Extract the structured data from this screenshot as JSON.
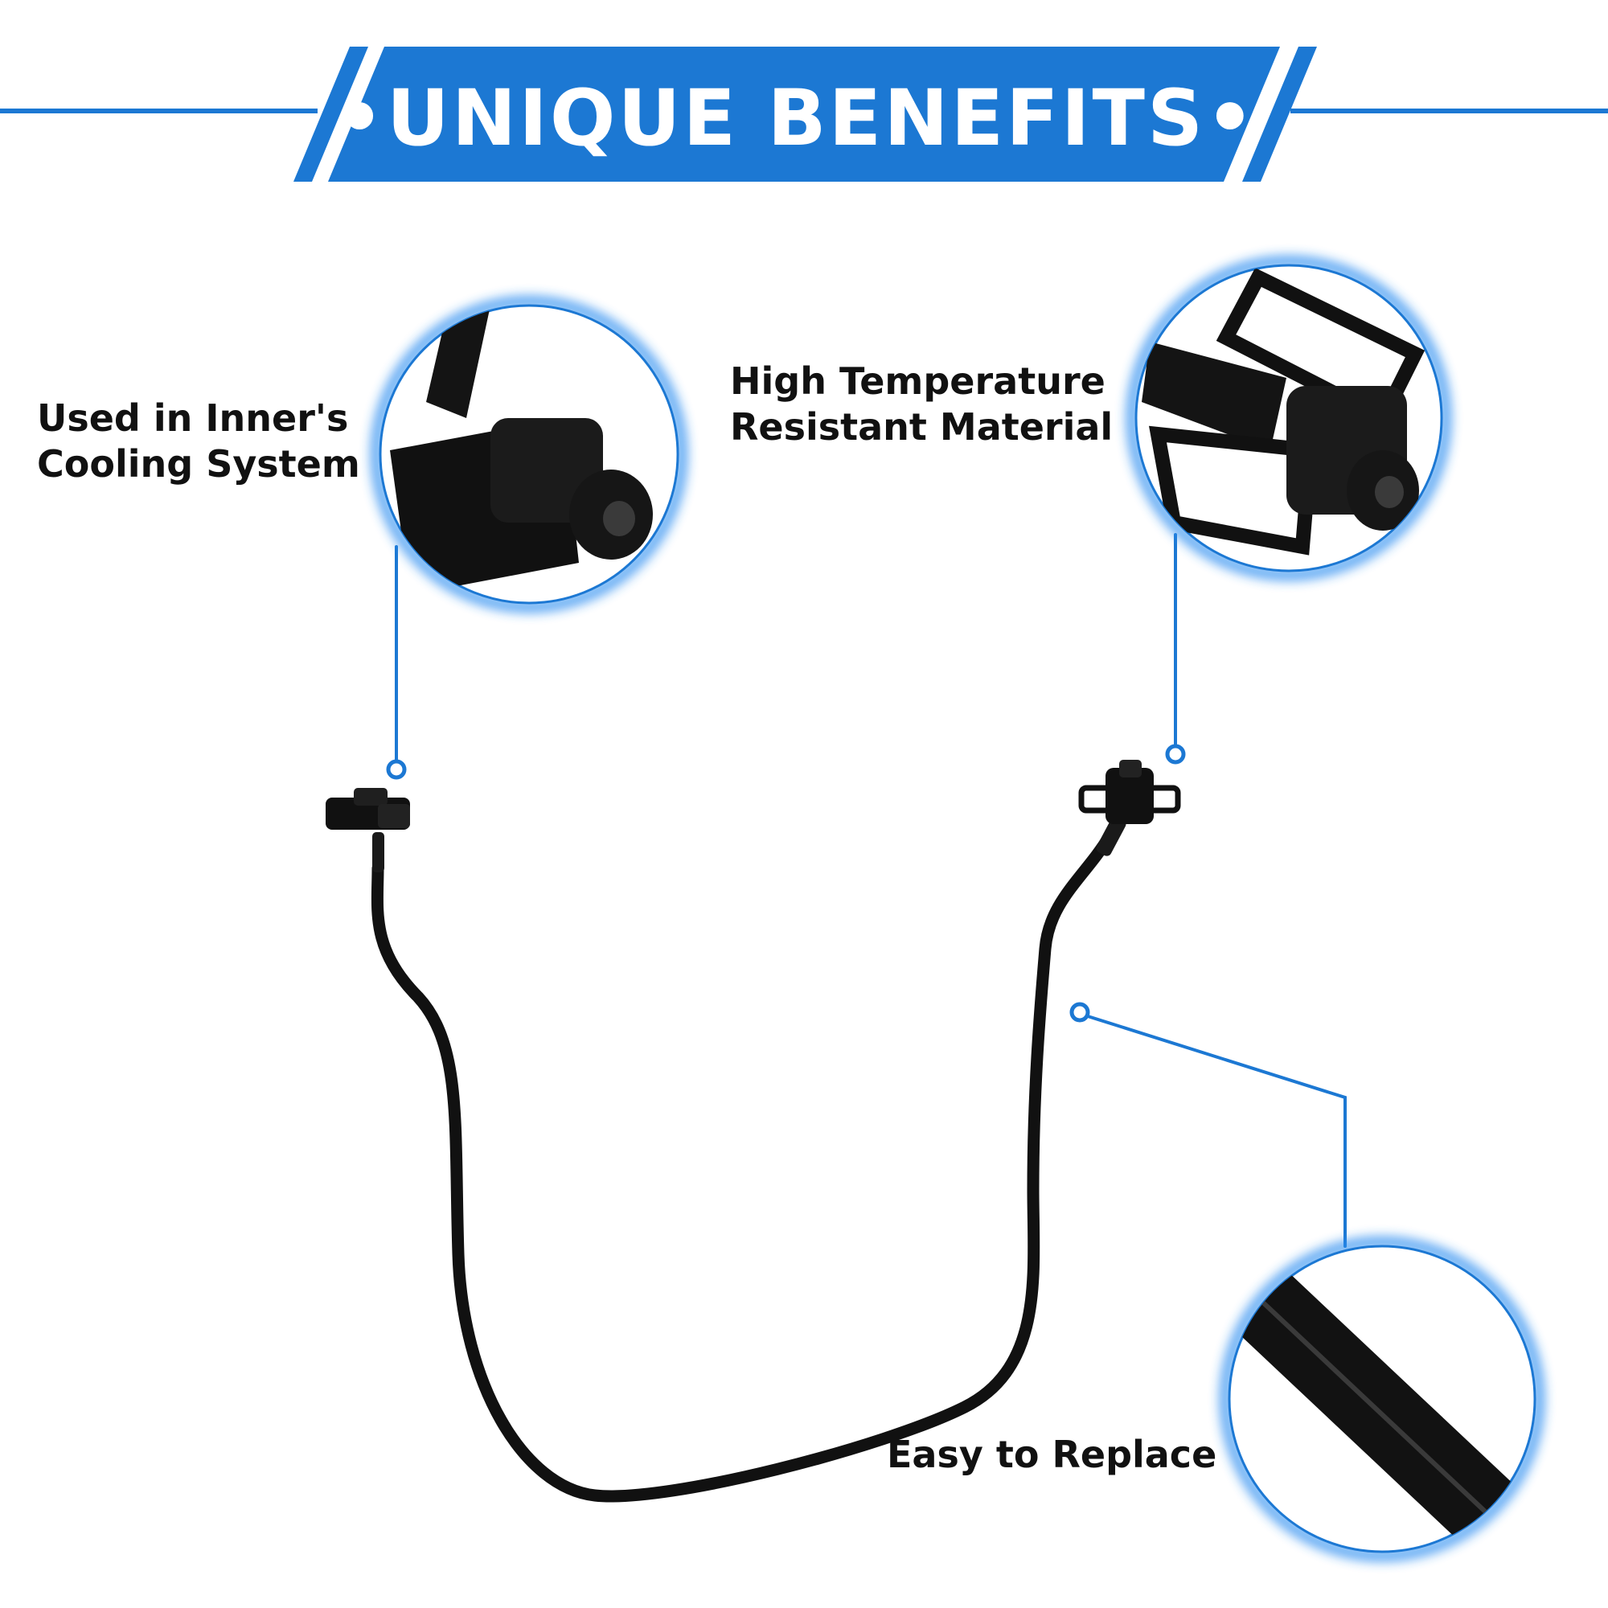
{
  "banner": {
    "title": "•UNIQUE BENEFITS•",
    "color": "#1c78d3"
  },
  "callouts": [
    {
      "lines": [
        "Used in Inner's",
        "Cooling System"
      ],
      "icon": "connector-closeup"
    },
    {
      "lines": [
        "High Temperature",
        "Resistant Material"
      ],
      "icon": "connector-closeup"
    },
    {
      "lines": [
        "Easy to Replace"
      ],
      "icon": "hose-closeup"
    }
  ],
  "colors": {
    "accent": "#1c78d3",
    "text": "#111111",
    "product": "#111111"
  }
}
